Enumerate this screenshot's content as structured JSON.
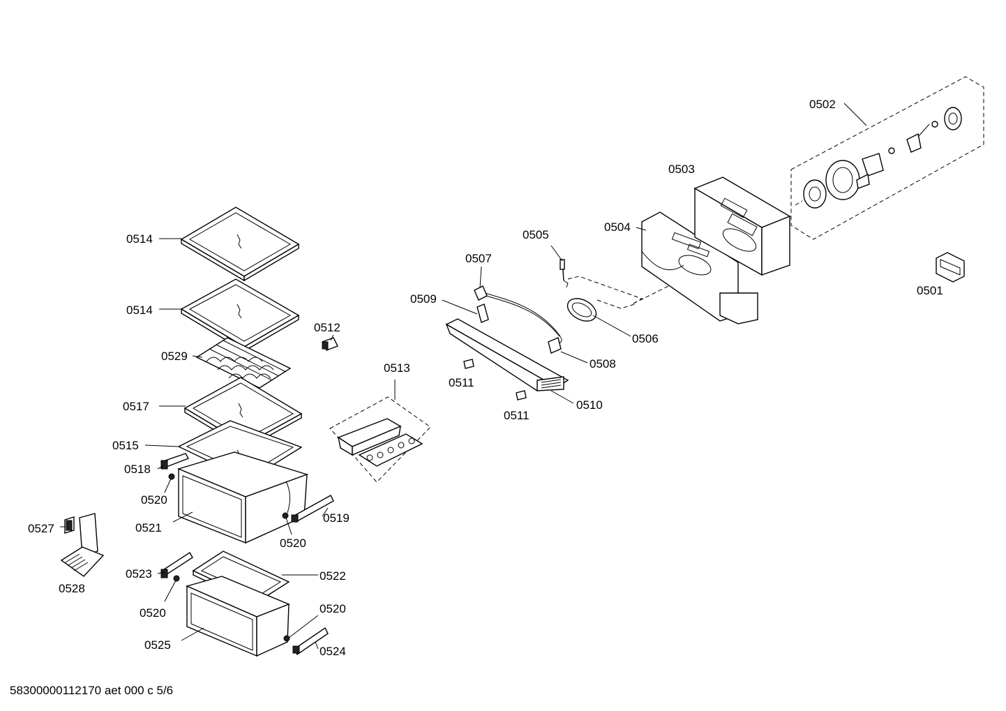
{
  "labels": {
    "l0501": "0501",
    "l0502": "0502",
    "l0503": "0503",
    "l0504": "0504",
    "l0505": "0505",
    "l0506": "0506",
    "l0507": "0507",
    "l0508": "0508",
    "l0509": "0509",
    "l0510": "0510",
    "l0511a": "0511",
    "l0511b": "0511",
    "l0512": "0512",
    "l0513": "0513",
    "l0514a": "0514",
    "l0514b": "0514",
    "l0515": "0515",
    "l0517": "0517",
    "l0518": "0518",
    "l0519": "0519",
    "l0520a": "0520",
    "l0520b": "0520",
    "l0520c": "0520",
    "l0520d": "0520",
    "l0521": "0521",
    "l0522": "0522",
    "l0523": "0523",
    "l0524": "0524",
    "l0525": "0525",
    "l0527": "0527",
    "l0528": "0528",
    "l0529": "0529"
  },
  "footer": "58300000112170 aet 000 c 5/6"
}
